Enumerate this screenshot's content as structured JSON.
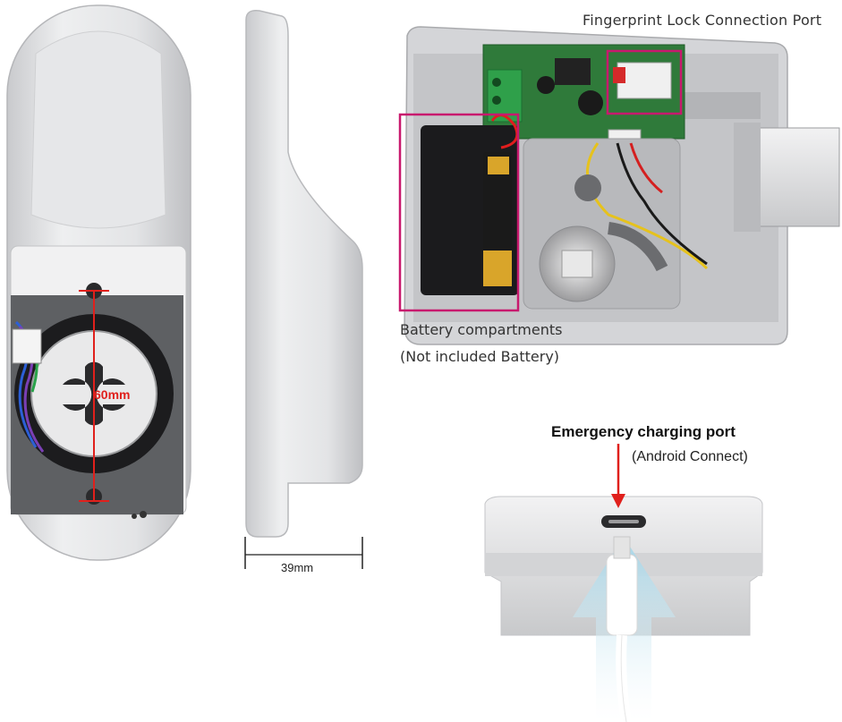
{
  "labels": {
    "fingerprint_port": "Fingerprint Lock Connection Port",
    "battery_line1": "Battery compartments",
    "battery_line2": "(Not included Battery)",
    "emergency_title": "Emergency charging port",
    "emergency_sub": "(Android Connect)",
    "depth": "39mm",
    "hole_spacing": "60mm"
  },
  "colors": {
    "highlight_box": "#c8196e",
    "dimension_red": "#e0201c",
    "metal": "#d9dadc",
    "pcb": "#2f7a3a",
    "arrow_blue": "#bfe3ee"
  }
}
